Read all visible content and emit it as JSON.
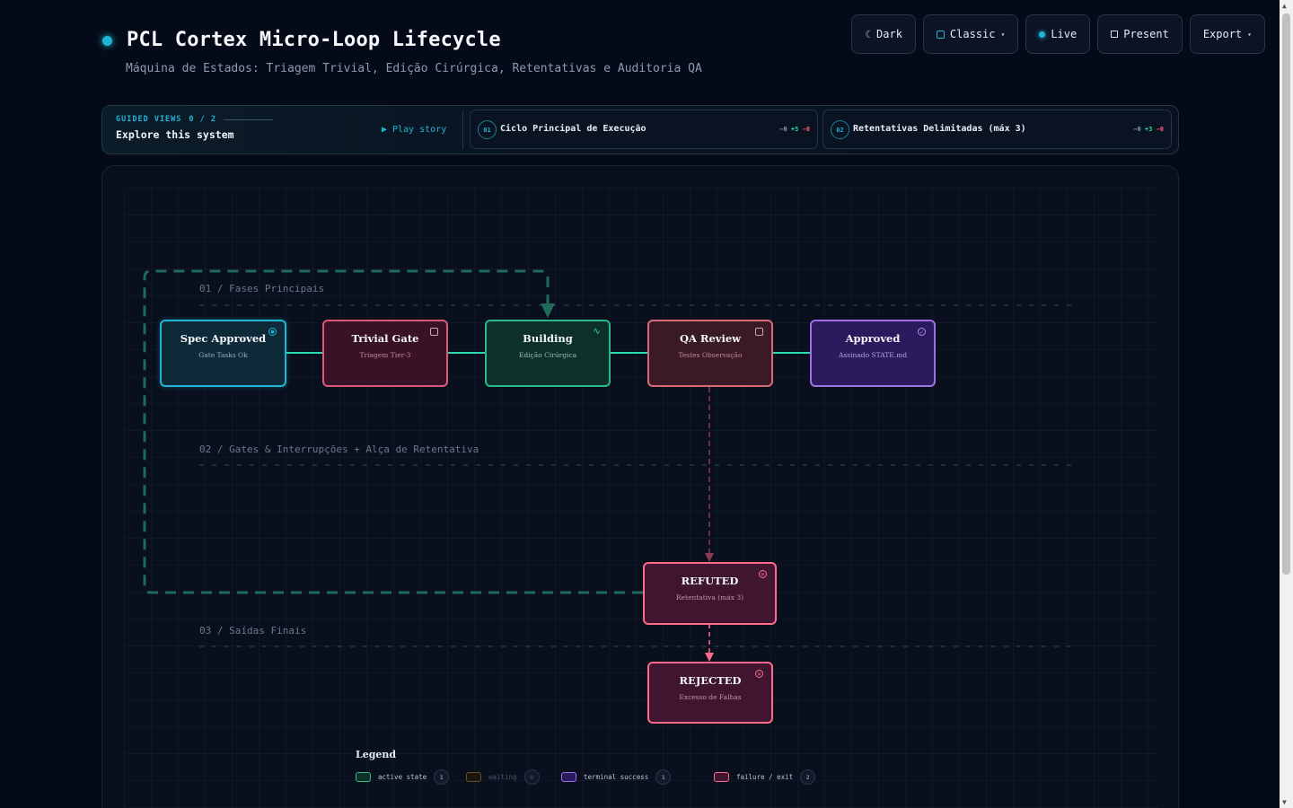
{
  "header": {
    "title": "PCL Cortex Micro-Loop Lifecycle",
    "subtitle": "Máquina de Estados: Triagem Trivial, Edição Cirúrgica, Retentativas e Auditoria QA"
  },
  "toolbar": {
    "dark_icon": "☾",
    "dark_label": "Dark",
    "classic_label": "Classic",
    "live_label": "Live",
    "present_label": "Present",
    "export_label": "Export",
    "caret": "▾"
  },
  "guided": {
    "kicker": "GUIDED VIEWS",
    "progress": "0 / 2",
    "explore": "Explore this system",
    "play_label": "▶ Play story",
    "stories": [
      {
        "num": "01",
        "title": "Ciclo Principal de Execução",
        "delta_zero": "−0",
        "delta_plus": "+5",
        "delta_minus": "−0"
      },
      {
        "num": "02",
        "title": "Retentativas Delimitadas (máx 3)",
        "delta_zero": "−0",
        "delta_plus": "+3",
        "delta_minus": "−0"
      }
    ]
  },
  "lanes": [
    {
      "label": "01 / Fases Principais"
    },
    {
      "label": "02 / Gates & Interrupções + Alça de Retentativa"
    },
    {
      "label": "03 / Saídas Finais"
    }
  ],
  "nodes": {
    "spec_approved": {
      "title": "Spec Approved",
      "sub": "Gate Tasks Ok",
      "icon": "target-icon"
    },
    "trivial_gate": {
      "title": "Trivial Gate",
      "sub": "Triagem Tier-3",
      "icon": "square-icon"
    },
    "building": {
      "title": "Building",
      "sub": "Edição Cirúrgica",
      "icon": "pulse-icon"
    },
    "qa_review": {
      "title": "QA Review",
      "sub": "Testes Observação",
      "icon": "square-icon"
    },
    "approved": {
      "title": "Approved",
      "sub": "Assinado STATE.md",
      "icon": "check-circle-icon"
    },
    "refuted": {
      "title": "REFUTED",
      "sub": "Retentativa (máx 3)",
      "icon": "x-circle-icon"
    },
    "rejected": {
      "title": "REJECTED",
      "sub": "Excesso de Falhas",
      "icon": "x-circle-icon"
    }
  },
  "legend": {
    "title": "Legend",
    "items": [
      {
        "label": "active state",
        "count": "1",
        "color": "#2bb88a"
      },
      {
        "label": "waiting",
        "count": "0",
        "color": "#7a5a2a"
      },
      {
        "label": "terminal success",
        "count": "1",
        "color": "#9e70e8"
      },
      {
        "label": "failure / exit",
        "count": "2",
        "color": "#ff6a8a"
      }
    ]
  },
  "colors": {
    "accent": "#1fb6d6",
    "active": "#2bb88a",
    "failure": "#ff6a8a",
    "success": "#9e70e8",
    "background": "#050a18"
  }
}
